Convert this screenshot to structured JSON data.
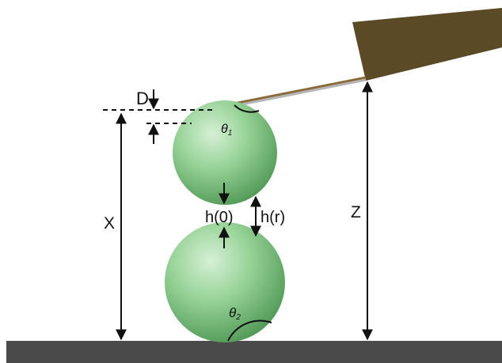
{
  "labels": {
    "D": "D",
    "theta1_base": "θ",
    "theta1_sub": "1",
    "theta2_base": "θ",
    "theta2_sub": "2",
    "h0": "h(0)",
    "hr": "h(r)",
    "X": "X",
    "Z": "Z"
  },
  "colors": {
    "cantilever": "#5a4a26",
    "sphere_light": "#cfeccf",
    "sphere_mid": "#8fcf8f",
    "sphere_dark": "#4f9a55",
    "substrate": "#4a4a4a",
    "wire_brown": "#8a6a3a",
    "wire_gray": "#b0b0b0",
    "ink": "#111111"
  }
}
